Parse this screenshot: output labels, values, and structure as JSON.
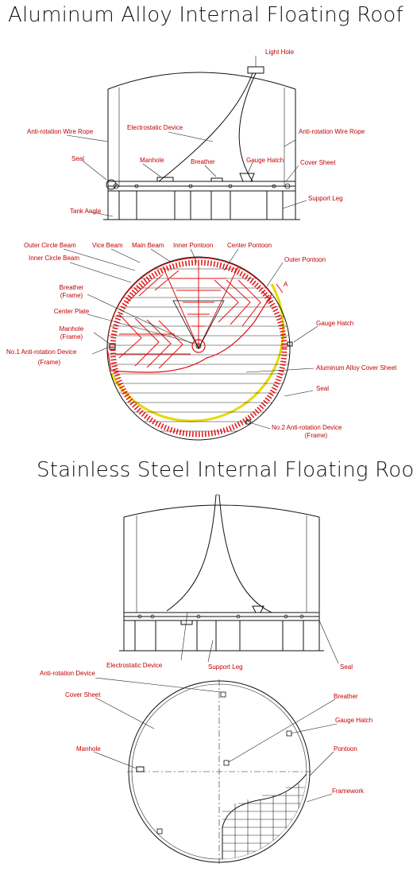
{
  "titles": {
    "aluminum": "Aluminum Alloy Internal Floating Roof",
    "stainless": "Stainless Steel Internal Floating Roof"
  },
  "aluminum_elevation": {
    "light_hole": "Light Hole",
    "anti_rotation_left": "Anti-rotation Wire Rope",
    "electrostatic_device": "Electrostatic Device",
    "anti_rotation_right": "Anti-rotation Wire Rope",
    "seal": "Seal",
    "manhole": "Manhole",
    "breather": "Breather",
    "gauge_hatch": "Gauge Hatch",
    "cover_sheet": "Cover Sheet",
    "support_leg": "Support Leg",
    "tank_angle": "Tank Angle"
  },
  "aluminum_plan": {
    "outer_circle_beam": "Outer Circle Beam",
    "vice_beam": "Vice Beam",
    "main_beam": "Main Beam",
    "inner_pontoon": "Inner Pontoon",
    "center_pontoon": "Center Pontoon",
    "inner_circle_beam": "Inner Circle Beam",
    "outer_pontoon": "Outer Pontoon",
    "breather": "Breather",
    "breather_frame": "(Frame)",
    "section_a1": "A",
    "section_a2": "A",
    "center_plate": "Center Plate",
    "gauge_hatch": "Gauge Hatch",
    "manhole": "Manhole",
    "manhole_frame": "(Frame)",
    "no1_device": "No.1 Anti-rotation Device",
    "no1_frame": "(Frame)",
    "cover_sheet": "Aluminum Alloy Cover Sheet",
    "seal": "Seal",
    "no2_device": "No.2 Anti-rotation Device",
    "no2_frame": "(Frame)"
  },
  "stainless_elevation": {
    "electrostatic_device": "Electrostatic Device",
    "support_leg": "Support Leg",
    "seal": "Seal"
  },
  "stainless_plan": {
    "anti_rotation_device": "Anti-rotation Device",
    "cover_sheet": "Cover Sheet",
    "breather": "Breather",
    "gauge_hatch": "Gauge Hatch",
    "manhole": "Manhole",
    "pontoon": "Pontoon",
    "framework": "Framework"
  },
  "colors": {
    "label": "#c00000",
    "framework": "#e01010",
    "seal": "#e8d800",
    "line": "#111111"
  }
}
